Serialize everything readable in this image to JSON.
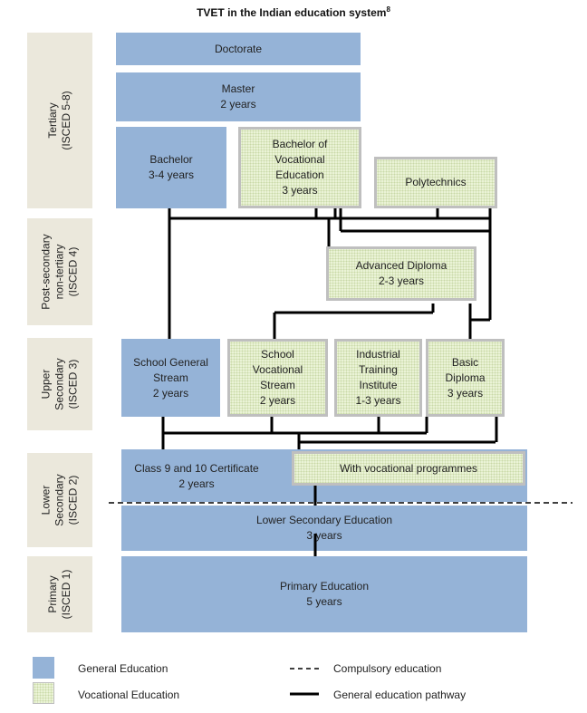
{
  "title": "TVET in the Indian education system",
  "title_note": "8",
  "levels": {
    "tertiary": "Tertiary\n(ISCED 5-8)",
    "post_secondary": "Post-secondary\nnon-tertiary\n(ISCED 4)",
    "upper_secondary": "Upper\nSecondary\n(ISCED 3)",
    "lower_secondary": "Lower\nSecondary\n(ISCED 2)",
    "primary": "Primary\n(ISCED 1)"
  },
  "boxes": {
    "doctorate": "Doctorate",
    "master": "Master\n2 years",
    "bachelor": "Bachelor\n3-4 years",
    "bachelor_vocational": "Bachelor of\nVocational\nEducation\n3 years",
    "polytechnics": "Polytechnics",
    "advanced_diploma": "Advanced Diploma\n2-3 years",
    "school_general": "School General\nStream\n2 years",
    "school_vocational": "School\nVocational\nStream\n2 years",
    "iti": "Industrial\nTraining\nInstitute\n1-3 years",
    "basic_diploma": "Basic\nDiploma\n3 years",
    "class_9_10": "Class 9 and 10 Certificate\n2 years",
    "with_vocational": "With vocational programmes",
    "lower_secondary": "Lower Secondary Education\n3 years",
    "primary": "Primary Education\n5 years"
  },
  "legend": {
    "general": "General Education",
    "vocational": "Vocational Education",
    "compulsory": "Compulsory education",
    "pathway": "General education pathway"
  },
  "colors": {
    "general": "#95b3d7",
    "vocational": "#eaf3d6",
    "vocational_border": "#bfbfbf",
    "level_band": "#ebe8dc"
  }
}
